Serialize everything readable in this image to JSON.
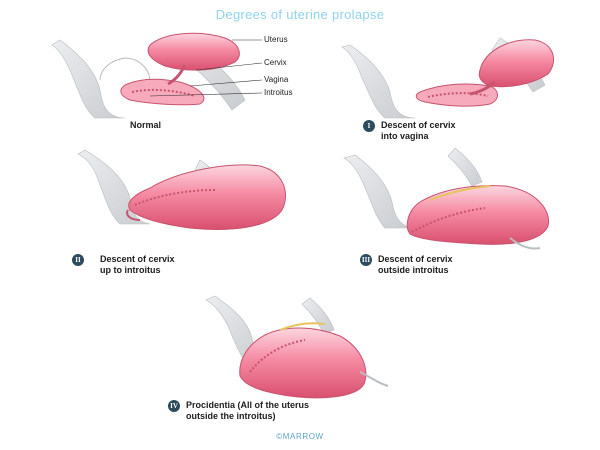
{
  "title": "Degrees of uterine prolapse",
  "labels": {
    "uterus": "Uterus",
    "cervix": "Cervix",
    "vagina": "Vagina",
    "introitus": "Introitus"
  },
  "panels": [
    {
      "badge": "",
      "line1": "Normal",
      "line2": ""
    },
    {
      "badge": "I",
      "line1": "Descent of cervix",
      "line2": "into vagina"
    },
    {
      "badge": "II",
      "line1": "Descent of cervix",
      "line2": "up to introitus"
    },
    {
      "badge": "III",
      "line1": "Descent of cervix",
      "line2": "outside introitus"
    },
    {
      "badge": "IV",
      "line1": "Procidentia (All of the uterus",
      "line2": "outside the introitus)"
    }
  ],
  "brand": "©MARROW",
  "colors": {
    "title": "#8fd3ec",
    "uterus_fill": "#f07a95",
    "uterus_highlight": "#fbd2dc",
    "tissue_grey": "#d8dadd",
    "badge": "#2d4b5e"
  }
}
